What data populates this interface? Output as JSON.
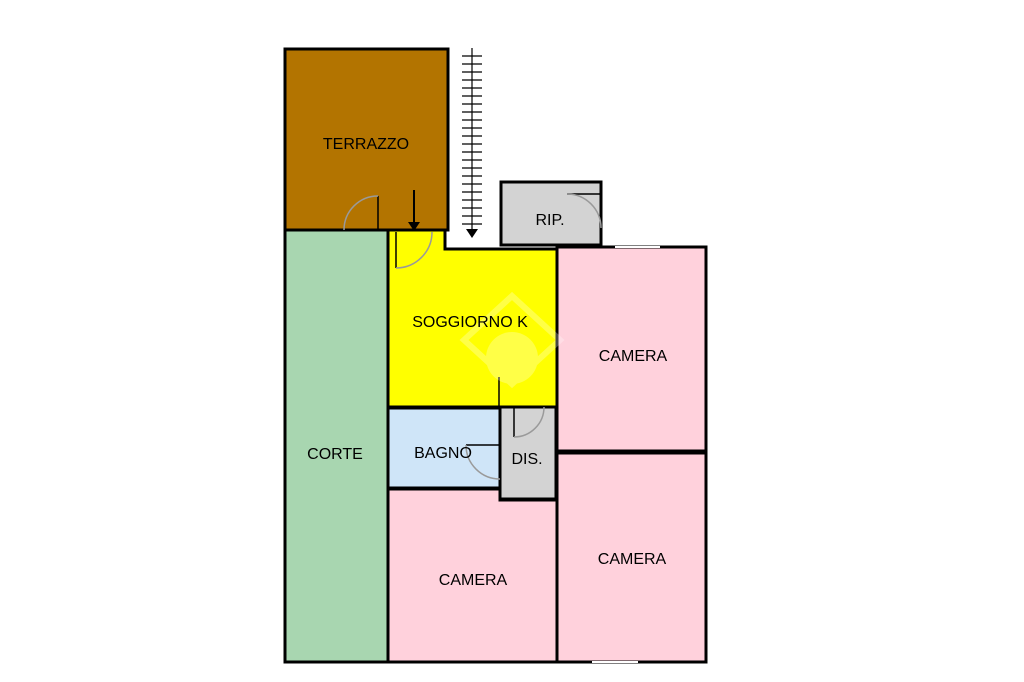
{
  "floor_plan": {
    "rooms": [
      {
        "id": "terrazzo",
        "label": "TERRAZZO",
        "color": "#B37400"
      },
      {
        "id": "corte",
        "label": "CORTE",
        "color": "#A8D6B0"
      },
      {
        "id": "soggiorno",
        "label": "SOGGIORNO K",
        "color": "#FFFF00"
      },
      {
        "id": "bagno",
        "label": "BAGNO",
        "color": "#CFE5F8"
      },
      {
        "id": "dis",
        "label": "DIS.",
        "color": "#D3D3D3"
      },
      {
        "id": "rip",
        "label": "RIP.",
        "color": "#D3D3D3"
      },
      {
        "id": "camera-right-top",
        "label": "CAMERA",
        "color": "#FFD1DC"
      },
      {
        "id": "camera-right-bottom",
        "label": "CAMERA",
        "color": "#FFD1DC"
      },
      {
        "id": "camera-bottom-left",
        "label": "CAMERA",
        "color": "#FFD1DC"
      }
    ],
    "wall_color": "#000000",
    "door_arc_color": "#9a9a9a"
  }
}
